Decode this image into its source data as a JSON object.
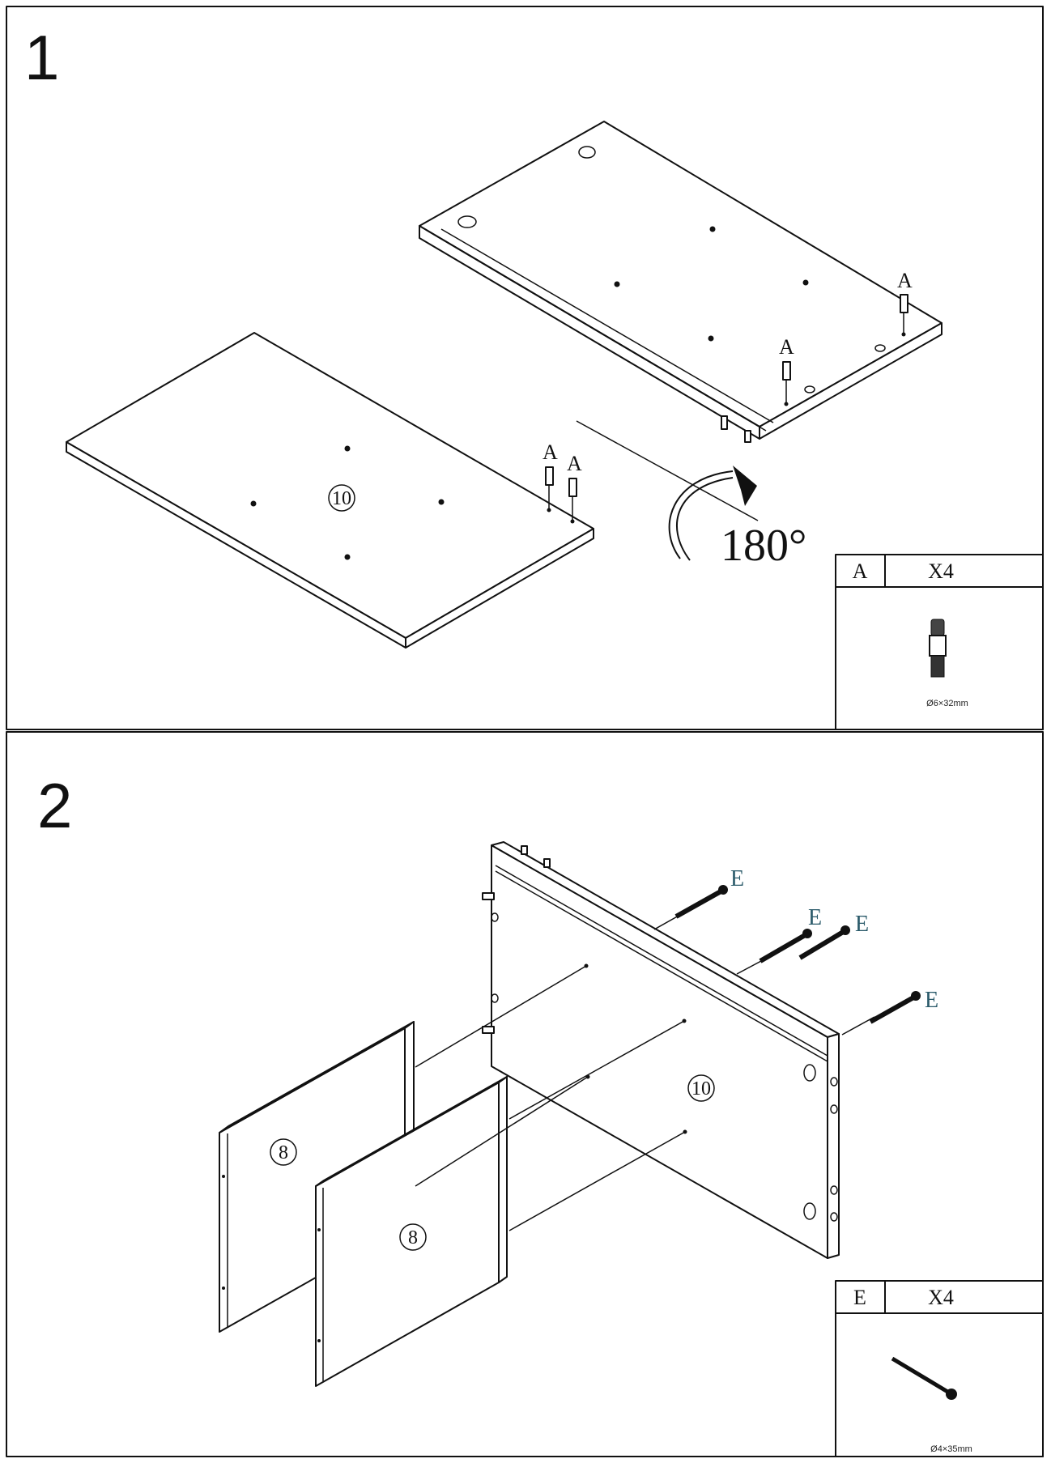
{
  "steps": [
    {
      "number": "1",
      "part_label_panel": "10",
      "dowel_label": "A",
      "rotation_label": "180°",
      "parts_box": {
        "code": "A",
        "quantity": "X4",
        "size": "Ø6×32mm"
      }
    },
    {
      "number": "2",
      "part_label_main": "10",
      "part_label_side": "8",
      "screw_label": "E",
      "parts_box": {
        "code": "E",
        "quantity": "X4",
        "size": "Ø4×35mm"
      }
    }
  ],
  "colors": {
    "line": "#111111",
    "background": "#ffffff",
    "screw_label": "#2a5a6a"
  },
  "icons": [
    "dowel-icon",
    "screw-icon",
    "rotate-arrow-icon"
  ]
}
